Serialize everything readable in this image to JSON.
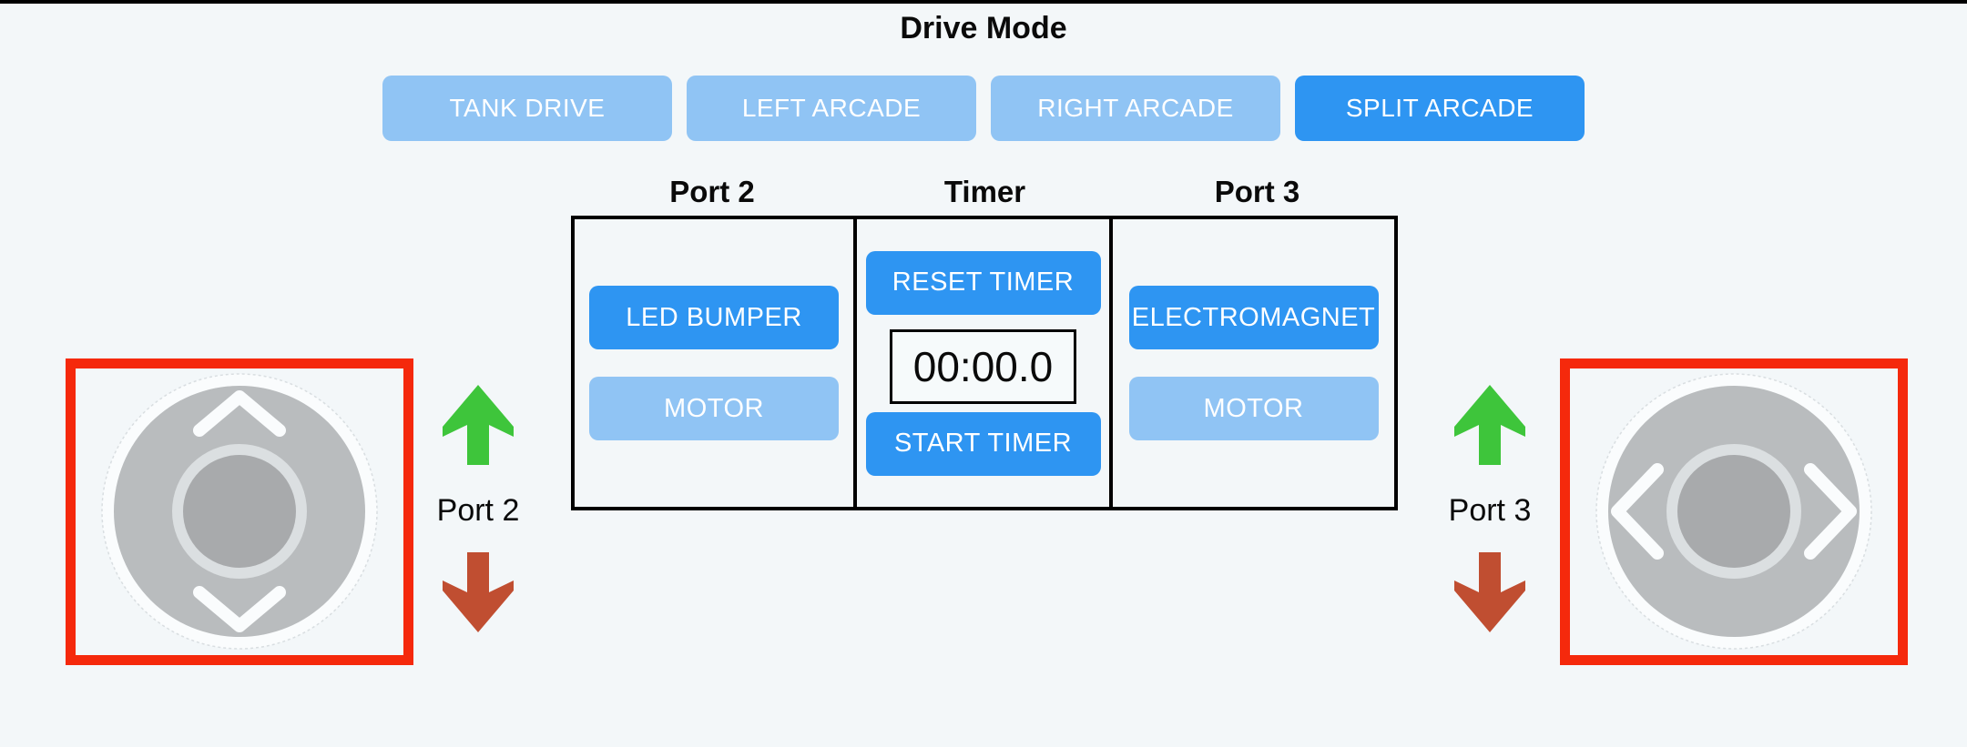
{
  "title": "Drive Mode",
  "drive_mode": {
    "buttons": [
      {
        "label": "TANK DRIVE",
        "active": false
      },
      {
        "label": "LEFT ARCADE",
        "active": false
      },
      {
        "label": "RIGHT ARCADE",
        "active": false
      },
      {
        "label": "SPLIT ARCADE",
        "active": true
      }
    ]
  },
  "control_panel": {
    "headers": [
      "Port 2",
      "Timer",
      "Port 3"
    ],
    "port2": {
      "buttons": [
        {
          "label": "LED BUMPER",
          "active": true
        },
        {
          "label": "MOTOR",
          "active": false
        }
      ]
    },
    "timer": {
      "reset_label": "RESET TIMER",
      "display": "00:00.0",
      "start_label": "START TIMER"
    },
    "port3": {
      "buttons": [
        {
          "label": "ELECTROMAGNET",
          "active": true
        },
        {
          "label": "MOTOR",
          "active": false
        }
      ]
    }
  },
  "joysticks": {
    "left": {
      "port_label": "Port 2",
      "axis": "vertical",
      "icons": [
        "chevron-up-icon",
        "chevron-down-icon"
      ]
    },
    "right": {
      "port_label": "Port 3",
      "axis": "horizontal",
      "icons": [
        "chevron-left-icon",
        "chevron-right-icon"
      ]
    }
  },
  "indicators": {
    "up_icon": "green-up-arrow",
    "down_icon": "red-down-arrow"
  },
  "colors": {
    "background": "#F3F7F9",
    "top_bar": "#000000",
    "button_active": "#2E95F2",
    "button_inactive": "#90C4F4",
    "joystick_frame": "#F5290C",
    "arrow_green": "#3EC53B",
    "arrow_red": "#C04E31",
    "table_border": "#000000",
    "joystick_disc": "#B9BCBE",
    "joystick_knob": "#A8AAAC"
  }
}
